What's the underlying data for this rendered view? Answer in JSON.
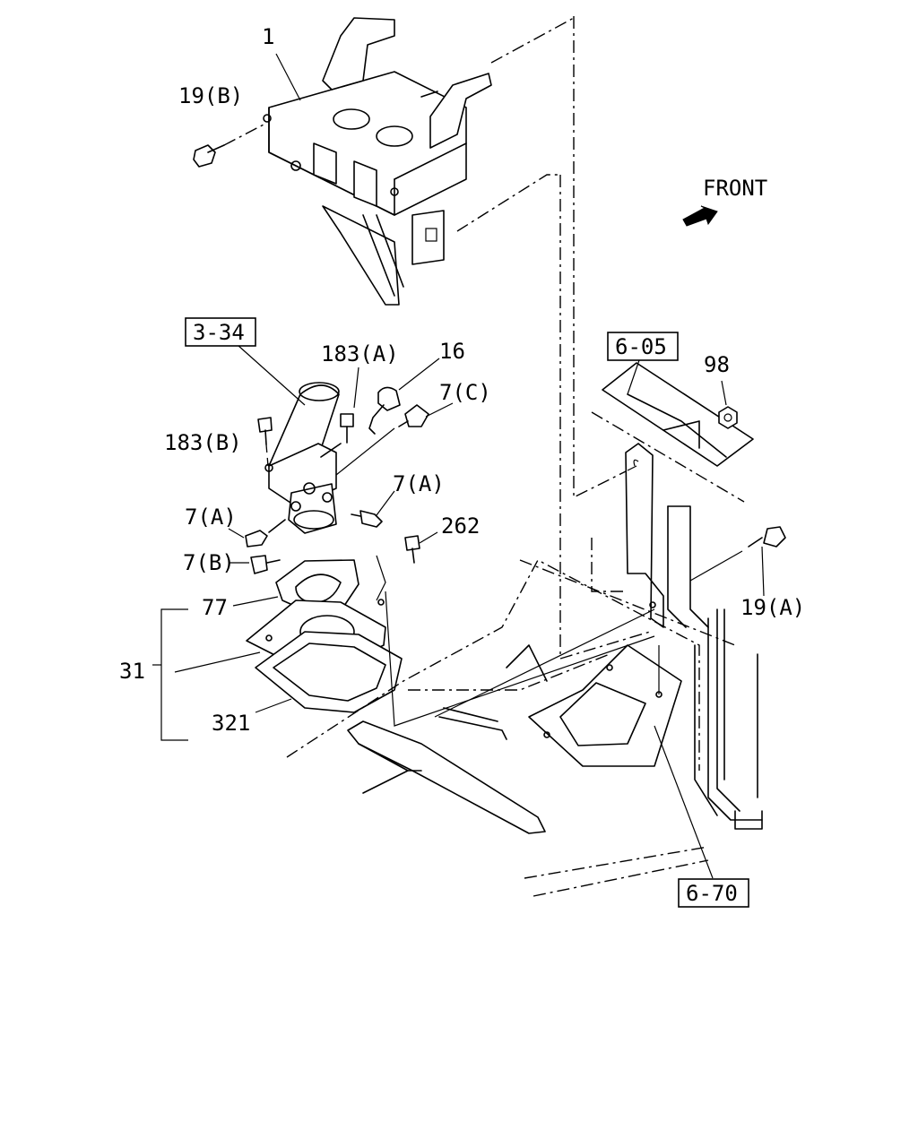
{
  "labels": {
    "part_1": "1",
    "part_19b": "19(B)",
    "front": "FRONT",
    "ref_3_34": "3-34",
    "part_183a": "183(A)",
    "part_16": "16",
    "part_7c": "7(C)",
    "part_183b": "183(B)",
    "part_7a_right": "7(A)",
    "part_7a_left": "7(A)",
    "part_262": "262",
    "part_7b": "7(B)",
    "part_77": "77",
    "part_31": "31",
    "part_321": "321",
    "ref_6_05": "6-05",
    "part_98": "98",
    "part_19a": "19(A)",
    "ref_6_70": "6-70"
  }
}
